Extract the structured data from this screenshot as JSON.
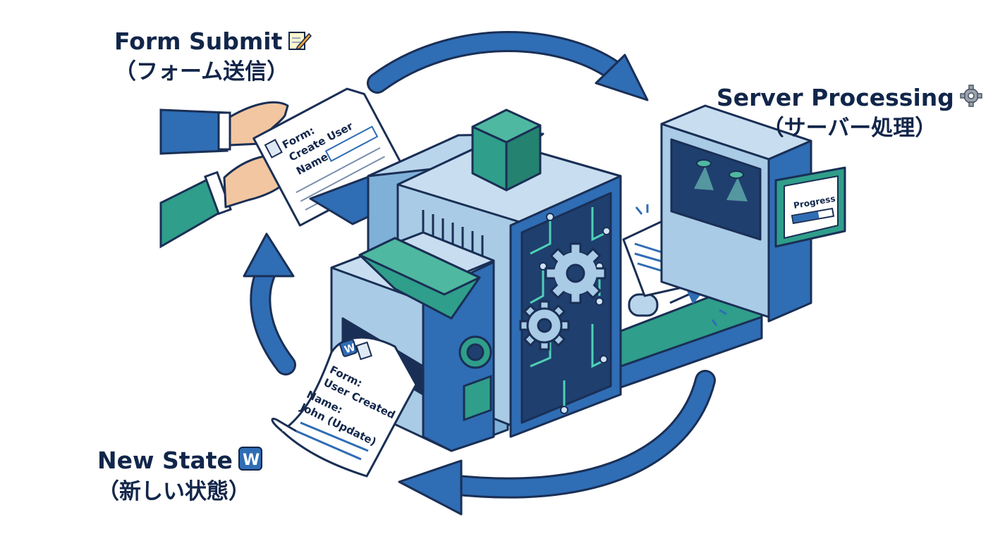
{
  "labels": {
    "form_submit": {
      "en": "Form Submit",
      "jp": "（フォーム送信）",
      "icon": "memo-pencil-icon"
    },
    "server_processing": {
      "en": "Server Processing",
      "jp": "（サーバー処理）",
      "icon": "gear-icon"
    },
    "new_state": {
      "en": "New State",
      "jp": "（新しい状態）",
      "icon": "w-badge-icon"
    }
  },
  "documents": {
    "input_form": {
      "line1": "Form:",
      "line2": "Create User",
      "line3": "Name:"
    },
    "output_form": {
      "line1": "Form:",
      "line2": "User Created",
      "line3": "Name:",
      "line4": "John (Update)",
      "badge": "W"
    }
  },
  "monitor": {
    "label": "Progress",
    "progress": 0.65
  },
  "colors": {
    "navy": "#12264a",
    "blue": "#2f6db5",
    "light_blue": "#a9cbe6",
    "teal": "#2f9e8a",
    "dark_panel": "#1f3f6e",
    "outline": "#1a2f55"
  }
}
